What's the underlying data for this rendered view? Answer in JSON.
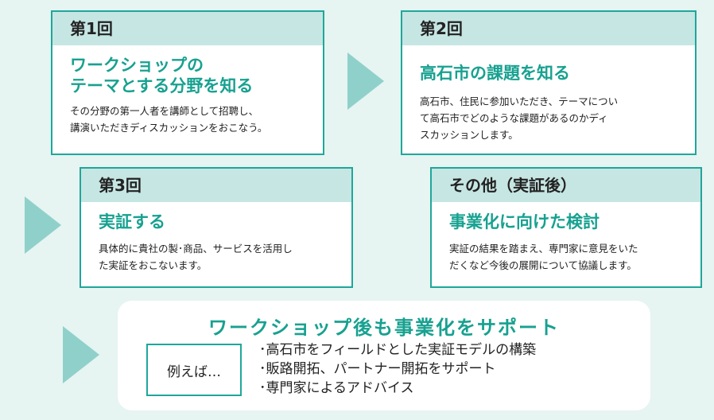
{
  "step1": {
    "header": "第1回",
    "title_lines": [
      "ワークショップの",
      "テーマとする分野を知る"
    ],
    "desc_lines": [
      "その分野の第一人者を講師として招聘し、",
      "講演いただきディスカッションをおこなう。"
    ]
  },
  "step2": {
    "header": "第2回",
    "title_lines": [
      "高石市の課題を知る"
    ],
    "desc_lines": [
      "高石市、住民に参加いただき、テーマについ",
      "て高石市でどのような課題があるのかディ",
      "スカッションします。"
    ]
  },
  "step3": {
    "header": "第3回",
    "title_lines": [
      "実証する"
    ],
    "desc_lines": [
      "具体的に貴社の製･商品、サービスを活用し",
      "た実証をおこないます。"
    ]
  },
  "step4": {
    "header": "その他（実証後）",
    "title_lines": [
      "事業化に向けた検討"
    ],
    "desc_lines": [
      "実証の結果を踏まえ、専門家に意見をいた",
      "だくなど今後の展開について協議します。"
    ]
  },
  "support": {
    "title": "ワークショップ後も事業化をサポート",
    "example_label": "例えば…",
    "items": [
      "･高石市をフィールドとした実証モデルの構築",
      "･販路開拓、パートナー開拓をサポート",
      "･専門家によるアドバイス"
    ]
  },
  "colors": {
    "accent": "#17a190",
    "border": "#1fa79a",
    "header_bg": "#c6e6e3",
    "arrow": "#8fd1ca",
    "background": "#e6f4f2"
  }
}
